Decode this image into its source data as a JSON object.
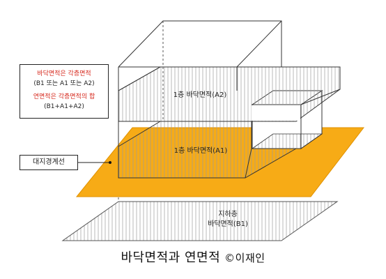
{
  "notes": {
    "line1": "바닥면적은 각층면적",
    "line2": "(B1 또는 A1 또는 A2)",
    "line3": "연면적은 각층면적의 합",
    "line4": "(B1+A1+A2)"
  },
  "labels": {
    "floor2": "1층 바닥면적(A2)",
    "floor1": "1층 바닥면적(A1)",
    "basement_line1": "지하층",
    "basement_line2": "바닥면적(B1)",
    "boundary": "대지경계선"
  },
  "caption": {
    "title": "바닥면적과 연면적",
    "credit": "©이재인"
  },
  "colors": {
    "site_plane": "#f7ab16",
    "note_red": "#d6281c",
    "lines": "#333333"
  }
}
